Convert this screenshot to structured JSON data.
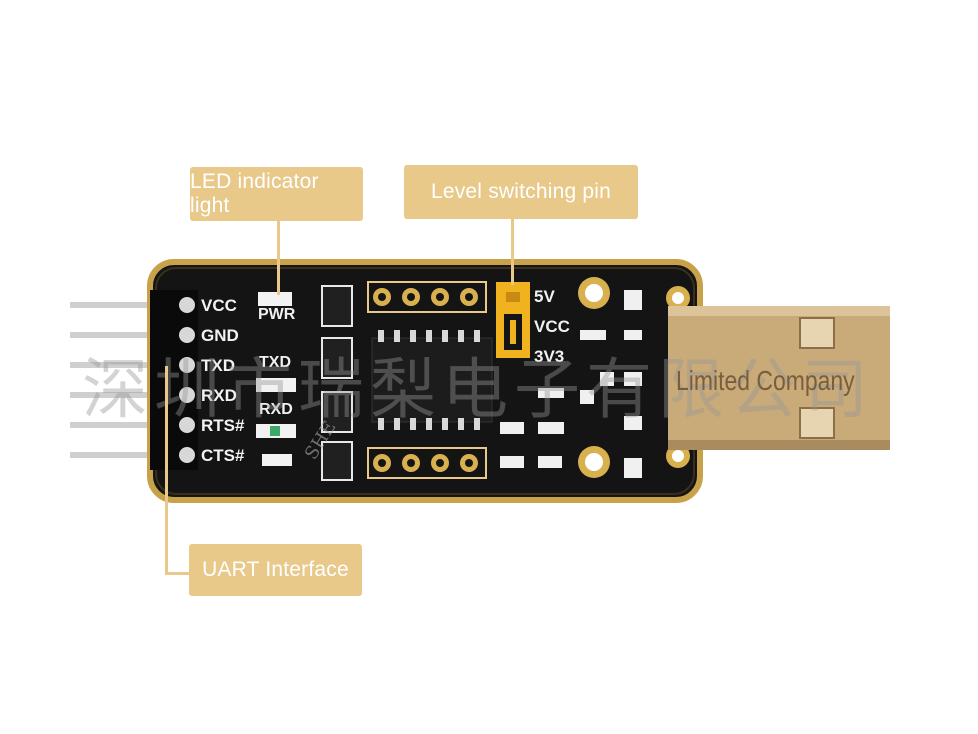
{
  "callouts": {
    "led": "LED indicator light",
    "level": "Level switching pin",
    "uart": "UART Interface"
  },
  "pins": [
    "VCC",
    "GND",
    "TXD",
    "RXD",
    "RTS#",
    "CTS#"
  ],
  "leds": {
    "pwr": "PWR",
    "txd": "TXD",
    "rxd": "RXD"
  },
  "voltage": {
    "v5": "5V",
    "vcc": "VCC",
    "v33": "3V3"
  },
  "watermark": {
    "chinese": "深圳市瑞梨电子有限公司",
    "english": "Limited Company",
    "diagonal": "SHE"
  },
  "colors": {
    "callout": "#e8c98a",
    "pcb": "#141414",
    "pcb_edge": "#c8a24a",
    "jumper": "#f0b21e"
  }
}
